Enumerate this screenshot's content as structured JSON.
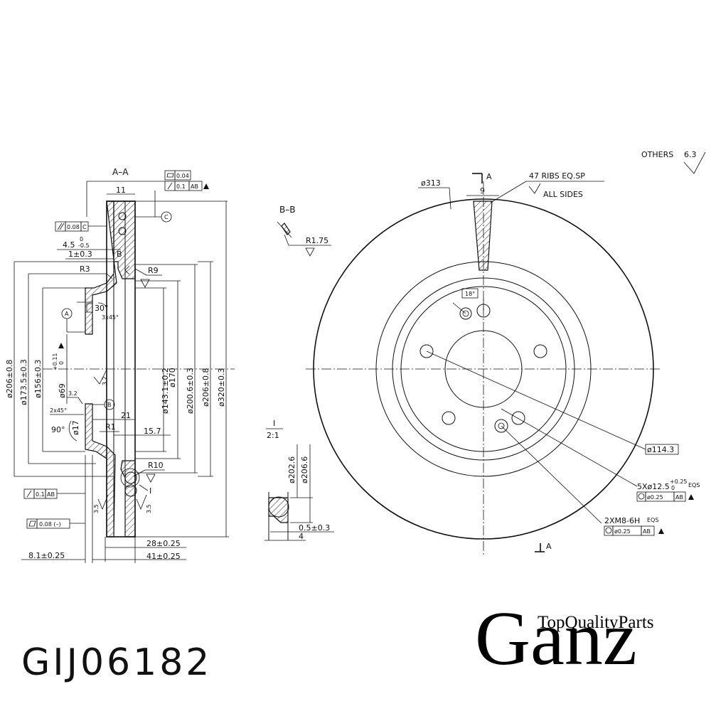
{
  "part_code": "GIJ06182",
  "brand": {
    "name": "Ganz",
    "tagline": "TopQualityParts"
  },
  "section_aa": {
    "title": "A–A",
    "flatness": "0.04",
    "runout_top": "0.1",
    "runout_top_ref": "AB",
    "datum_c": "C",
    "parallel": "0.08",
    "parallel_ref": "C",
    "dim_11": "11",
    "dim_4_5_main": "4.5",
    "dim_4_5_upper": "0",
    "dim_4_5_lower": "-0.5",
    "dim_1": "1±0.3",
    "r3": "R3",
    "r9": "R9",
    "b_mark": "B",
    "angle_30": "30°",
    "chamfer_3x45": "3x45°",
    "datum_a": "A",
    "datum_b": "B",
    "d206": "ø206±0.8",
    "d173": "ø173.5±0.3",
    "d156": "ø156±0.3",
    "d69_main": "ø69",
    "d69_upper": "+0.11",
    "d69_lower": "0",
    "rough_3_2_a": "3.2",
    "rough_3_2_b": "3.2",
    "chamfer_2x45": "2x45°",
    "angle_90": "90°",
    "d17": "ø17",
    "dim_21": "21",
    "r1": "R1",
    "dim_15_7": "15.7",
    "d143": "ø143.1±0.2",
    "d170": "ø170",
    "d200": "ø200.6±0.3",
    "d206b": "ø206±0.8",
    "d320": "ø320±0.3",
    "r10": "R10",
    "detail_i": "I",
    "runout_bottom": "0.1",
    "runout_bottom_ref": "AB",
    "rough_3_5_a": "3.5",
    "rough_3_5_b": "3.5",
    "flatness_bottom": "0.08 (–)",
    "dim_28": "28±0.25",
    "dim_41": "41±0.25",
    "dim_8_1": "8.1±0.25"
  },
  "section_bb": {
    "title": "B–B",
    "r175": "R1.75"
  },
  "detail_i": {
    "label": "I",
    "scale": "2:1",
    "d202": "ø202.6",
    "d206": "ø206.6",
    "dim_05": "0.5±0.3",
    "dim_4": "4"
  },
  "front_view": {
    "others": "OTHERS",
    "others_value": "6.3",
    "d313": "ø313",
    "section_a_top": "A",
    "dim_9": "9",
    "ribs": "47 RIBS EQ.SP",
    "all_sides": "ALL SIDES",
    "angle_18": "18°",
    "d114": "ø114.3",
    "holes_main": "5Xø12.5",
    "holes_upper": "+0.25",
    "holes_lower": "0",
    "holes_eqs": "EQS",
    "holes_pos": "ø0.25",
    "holes_ref": "AB",
    "thread": "2XM8-6H",
    "thread_eqs": "EQS",
    "thread_pos": "ø0.25",
    "thread_ref": "AB",
    "section_a_bottom": "A"
  }
}
